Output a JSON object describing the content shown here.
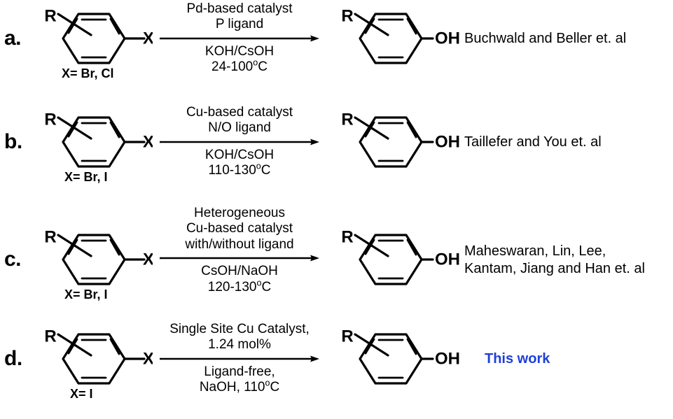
{
  "figure": {
    "type": "chemical-reaction-scheme",
    "description": "Comparison of catalytic hydroxylation of aryl halides to phenols",
    "accent_color": "#1f3fd8",
    "line_color": "#000000",
    "background": "#ffffff"
  },
  "rows": [
    {
      "label": "a.",
      "reactant": {
        "substituent": "R",
        "leaving_group": "X"
      },
      "x_definition": "X= Br, Cl",
      "conditions_above": [
        "Pd-based catalyst",
        "P ligand"
      ],
      "conditions_below": [
        "KOH/CsOH",
        "24-100",
        "C"
      ],
      "temperature_value": "24-100",
      "temperature_unit": "C",
      "base": "KOH/CsOH",
      "product": {
        "substituent": "R",
        "group": "OH"
      },
      "citation": [
        "Buchwald and Beller et. al"
      ],
      "highlight": false
    },
    {
      "label": "b.",
      "reactant": {
        "substituent": "R",
        "leaving_group": "X"
      },
      "x_definition": "X= Br, I",
      "conditions_above": [
        "Cu-based catalyst",
        "N/O ligand"
      ],
      "conditions_below": [
        "KOH/CsOH",
        "110-130",
        "C"
      ],
      "temperature_value": "110-130",
      "temperature_unit": "C",
      "base": "KOH/CsOH",
      "product": {
        "substituent": "R",
        "group": "OH"
      },
      "citation": [
        "Taillefer and You et. al"
      ],
      "highlight": false
    },
    {
      "label": "c.",
      "reactant": {
        "substituent": "R",
        "leaving_group": "X"
      },
      "x_definition": "X= Br, I",
      "conditions_above": [
        "Heterogeneous",
        "Cu-based catalyst",
        "with/without ligand"
      ],
      "conditions_below": [
        "CsOH/NaOH",
        "120-130",
        "C"
      ],
      "temperature_value": "120-130",
      "temperature_unit": "C",
      "base": "CsOH/NaOH",
      "product": {
        "substituent": "R",
        "group": "OH"
      },
      "citation": [
        "Maheswaran, Lin, Lee,",
        "Kantam, Jiang and Han et. al"
      ],
      "highlight": false
    },
    {
      "label": "d.",
      "reactant": {
        "substituent": "R",
        "leaving_group": "X"
      },
      "x_definition": "X= I",
      "conditions_above": [
        "Single Site Cu Catalyst,",
        "1.24 mol%"
      ],
      "conditions_below": [
        "Ligand-free,",
        "NaOH, 110",
        "C"
      ],
      "temperature_value": "NaOH, 110",
      "temperature_unit": "C",
      "base": "NaOH",
      "product": {
        "substituent": "R",
        "group": "OH"
      },
      "citation": [
        "This work"
      ],
      "highlight": true
    }
  ]
}
